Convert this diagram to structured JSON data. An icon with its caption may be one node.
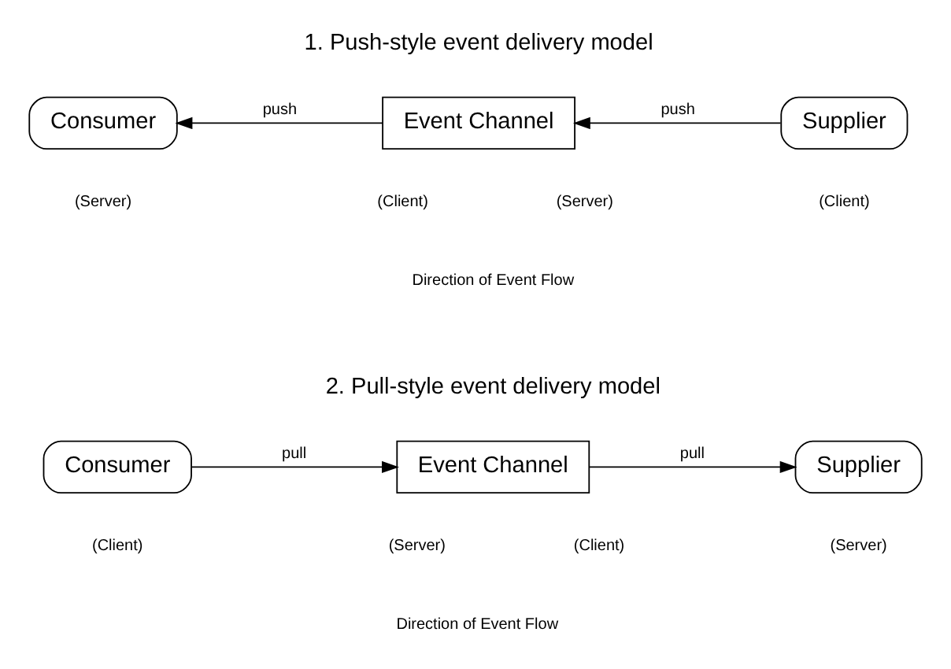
{
  "diagram": {
    "nodes": [
      {
        "text": [
          "Consumer"
        ],
        "beside": [
          "(Server)"
        ]
      },
      {
        "text": [
          "Event Channel"
        ],
        "beside": [
          "(Client)",
          "(Server)"
        ]
      },
      {
        "text": [
          "Supplier"
        ],
        "beside": [
          "(Client)"
        ]
      },
      {
        "text": [
          "Consumer"
        ],
        "beside": [
          "(Client)"
        ]
      },
      {
        "text": [
          "Event Channel"
        ],
        "beside": [
          "(Server)",
          "(Client)"
        ]
      },
      {
        "text": [
          "Supplier"
        ],
        "beside": [
          "(Server)"
        ]
      }
    ],
    "edges": [
      {
        "from": 1,
        "to": 0,
        "arrow": "to",
        "label": "push"
      },
      {
        "from": 2,
        "to": 1,
        "arrow": "to",
        "label": "push"
      },
      {
        "from": 3,
        "to": 4,
        "arrow": "to",
        "label": "pull"
      },
      {
        "from": 4,
        "to": 5,
        "arrow": "to",
        "label": "pull"
      }
    ],
    "labels": [
      "1. Push-style event delivery model",
      "Direction of Event Flow",
      "2. Pull-style event delivery model",
      "Direction of Event Flow"
    ]
  }
}
